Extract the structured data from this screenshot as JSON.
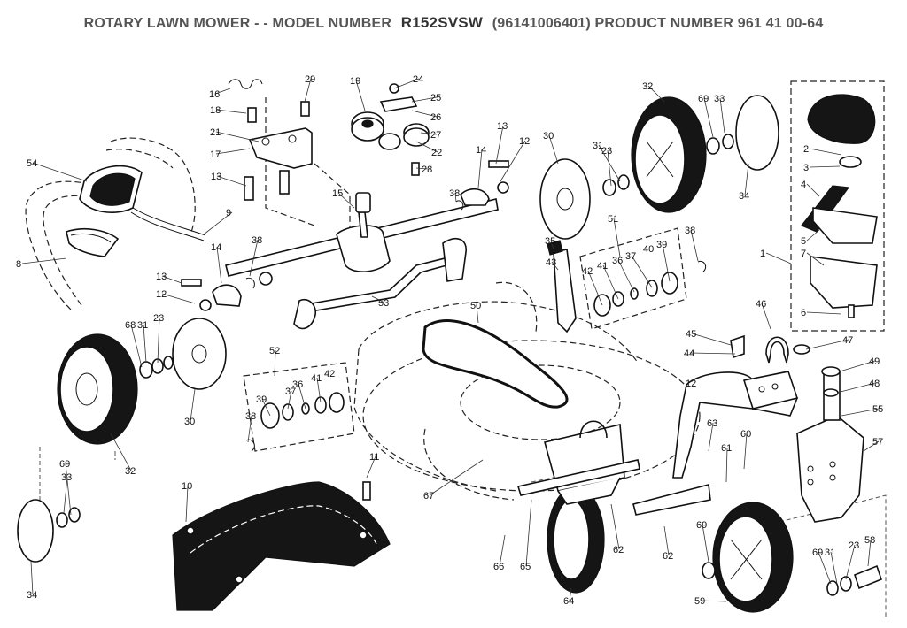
{
  "header": {
    "title": "ROTARY LAWN MOWER - - MODEL NUMBER",
    "model_number": "R152SVSW",
    "product_info": "(96141006401) PRODUCT NUMBER 961 41 00-64"
  },
  "part_labels": [
    "1",
    "2",
    "3",
    "4",
    "5",
    "6",
    "7",
    "8",
    "9",
    "10",
    "11",
    "12",
    "12",
    "12",
    "13",
    "13",
    "13",
    "14",
    "14",
    "15",
    "16",
    "17",
    "18",
    "19",
    "21",
    "22",
    "23",
    "23",
    "23",
    "24",
    "25",
    "26",
    "27",
    "28",
    "29",
    "30",
    "30",
    "31",
    "31",
    "31",
    "32",
    "32",
    "33",
    "33",
    "34",
    "34",
    "35",
    "36",
    "36",
    "37",
    "37",
    "38",
    "38",
    "38",
    "38",
    "39",
    "39",
    "40",
    "41",
    "41",
    "42",
    "42",
    "43",
    "44",
    "45",
    "46",
    "47",
    "48",
    "49",
    "50",
    "51",
    "52",
    "53",
    "54",
    "55",
    "57",
    "58",
    "59",
    "60",
    "61",
    "62",
    "62",
    "63",
    "64",
    "65",
    "66",
    "67",
    "68",
    "69",
    "69",
    "69",
    "69",
    "69"
  ]
}
